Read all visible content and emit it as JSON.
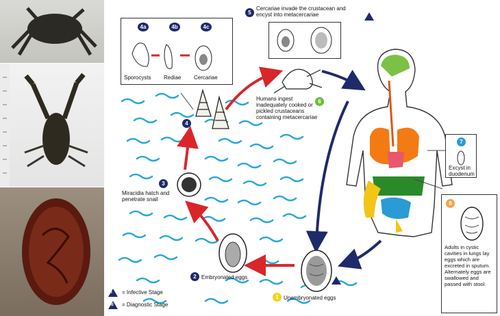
{
  "diagram": {
    "stage_4_labels": [
      "4a",
      "4b",
      "4c"
    ],
    "stage_4_names": [
      "Sporocysts",
      "Rediae",
      "Cercariae"
    ],
    "step_5": {
      "num": "5",
      "text": "Cercariae invade the crustacean and encyst into metacercariae"
    },
    "step_6": {
      "num": "6",
      "text": "Humans ingest inadequately cooked or pickled crustaceans containing metacercariae"
    },
    "step_7": {
      "num": "7",
      "text": "Excyst in duodenum"
    },
    "step_8": {
      "num": "8",
      "text": "Adults in cystic cavities in lungs lay eggs which are excreted in sputum. Alternately eggs are swallowed and passed with stool."
    },
    "step_1": {
      "num": "1",
      "text": "Unembryonated eggs"
    },
    "step_2": {
      "num": "2",
      "text": "Embryonated eggs"
    },
    "step_3": {
      "num": "3",
      "text": "Miracidia hatch and penetrate snail"
    },
    "step_4": {
      "num": "4"
    },
    "legend": {
      "infective_symbol": "i",
      "infective_text": "= Infective Stage",
      "diagnostic_symbol": "d",
      "diagnostic_text": "= Diagnostic Stage"
    },
    "colors": {
      "red_arrow": "#d9262b",
      "navy_arrow": "#1f2a6b",
      "water": "#2aa7d9"
    }
  }
}
